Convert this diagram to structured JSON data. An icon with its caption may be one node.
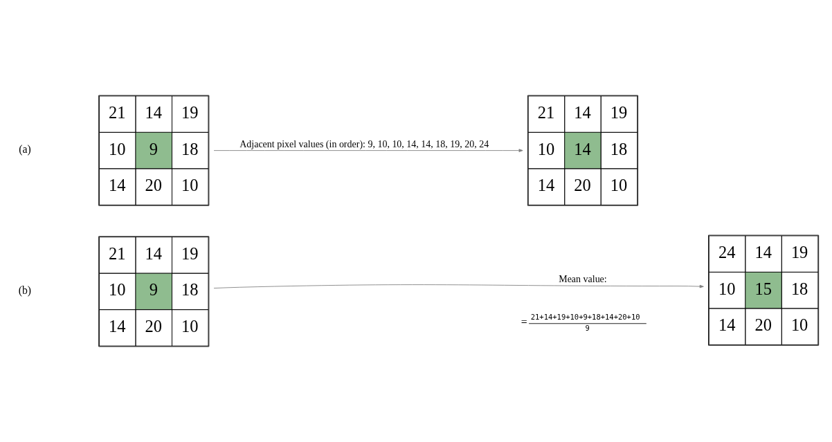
{
  "diagram": {
    "nodes": [
      {
        "text": [
          "21",
          "14",
          "19",
          "10",
          "9",
          "18",
          "14",
          "20",
          "10"
        ]
      },
      {
        "text": [
          "21",
          "14",
          "19",
          "10",
          "14",
          "18",
          "14",
          "20",
          "10"
        ]
      },
      {
        "text": [
          "21",
          "14",
          "19",
          "10",
          "9",
          "18",
          "14",
          "20",
          "10"
        ]
      },
      {
        "text": [
          "24",
          "14",
          "19",
          "10",
          "15",
          "18",
          "14",
          "20",
          "10"
        ]
      }
    ],
    "edges": [
      {
        "from": 0,
        "to": 1,
        "arrow": "to",
        "label": "Adjacent pixel values (in order): 9, 10, 10, 14, 14, 18, 19, 20, 24"
      },
      {
        "from": 2,
        "to": 3,
        "arrow": "to",
        "label": "Mean value:"
      }
    ],
    "labels": [
      "(a)",
      "(b)",
      "=",
      "21+14+19+10+9+18+14+20+10",
      "9"
    ]
  }
}
